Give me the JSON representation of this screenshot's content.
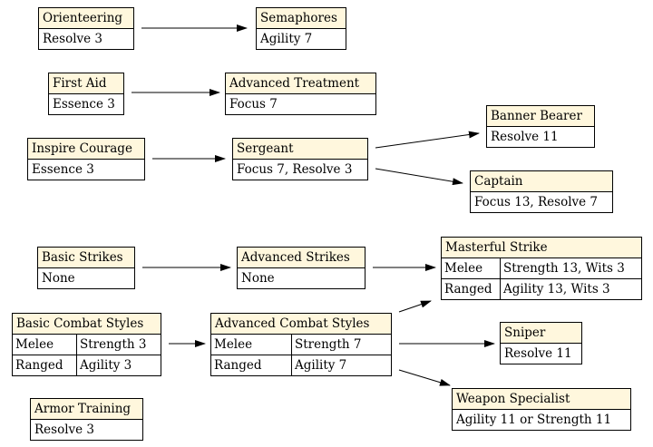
{
  "nodes": {
    "orienteering": {
      "title": "Orienteering",
      "rows": [
        [
          "Resolve 3"
        ]
      ]
    },
    "semaphores": {
      "title": "Semaphores",
      "rows": [
        [
          "Agility 7"
        ]
      ]
    },
    "first_aid": {
      "title": "First Aid",
      "rows": [
        [
          "Essence 3"
        ]
      ]
    },
    "advanced_treatment": {
      "title": "Advanced Treatment",
      "rows": [
        [
          "Focus 7"
        ]
      ]
    },
    "inspire_courage": {
      "title": "Inspire Courage",
      "rows": [
        [
          "Essence 3"
        ]
      ]
    },
    "sergeant": {
      "title": "Sergeant",
      "rows": [
        [
          "Focus 7, Resolve 3"
        ]
      ]
    },
    "banner_bearer": {
      "title": "Banner Bearer",
      "rows": [
        [
          "Resolve 11"
        ]
      ]
    },
    "captain": {
      "title": "Captain",
      "rows": [
        [
          "Focus 13, Resolve 7"
        ]
      ]
    },
    "basic_strikes": {
      "title": "Basic Strikes",
      "rows": [
        [
          "None"
        ]
      ]
    },
    "advanced_strikes": {
      "title": "Advanced Strikes",
      "rows": [
        [
          "None"
        ]
      ]
    },
    "masterful_strike": {
      "title": "Masterful Strike",
      "rows": [
        [
          "Melee",
          "Strength 13, Wits 3"
        ],
        [
          "Ranged",
          "Agility 13, Wits 3"
        ]
      ]
    },
    "basic_combat_styles": {
      "title": "Basic Combat Styles",
      "rows": [
        [
          "Melee",
          "Strength 3"
        ],
        [
          "Ranged",
          "Agility 3"
        ]
      ]
    },
    "advanced_combat_styles": {
      "title": "Advanced Combat Styles",
      "rows": [
        [
          "Melee",
          "Strength 7"
        ],
        [
          "Ranged",
          "Agility 7"
        ]
      ]
    },
    "sniper": {
      "title": "Sniper",
      "rows": [
        [
          "Resolve 11"
        ]
      ]
    },
    "weapon_specialist": {
      "title": "Weapon Specialist",
      "rows": [
        [
          "Agility 11 or Strength 11"
        ]
      ]
    },
    "armor_training": {
      "title": "Armor Training",
      "rows": [
        [
          "Resolve 3"
        ]
      ]
    }
  },
  "edges": [
    [
      "orienteering",
      "semaphores"
    ],
    [
      "first_aid",
      "advanced_treatment"
    ],
    [
      "inspire_courage",
      "sergeant"
    ],
    [
      "sergeant",
      "banner_bearer"
    ],
    [
      "sergeant",
      "captain"
    ],
    [
      "basic_strikes",
      "advanced_strikes"
    ],
    [
      "advanced_strikes",
      "masterful_strike"
    ],
    [
      "basic_combat_styles",
      "advanced_combat_styles"
    ],
    [
      "advanced_combat_styles",
      "masterful_strike"
    ],
    [
      "advanced_combat_styles",
      "sniper"
    ],
    [
      "advanced_combat_styles",
      "weapon_specialist"
    ]
  ],
  "colors": {
    "title_fill": "#fff7dd",
    "border": "#000000",
    "edge": "#000000"
  }
}
